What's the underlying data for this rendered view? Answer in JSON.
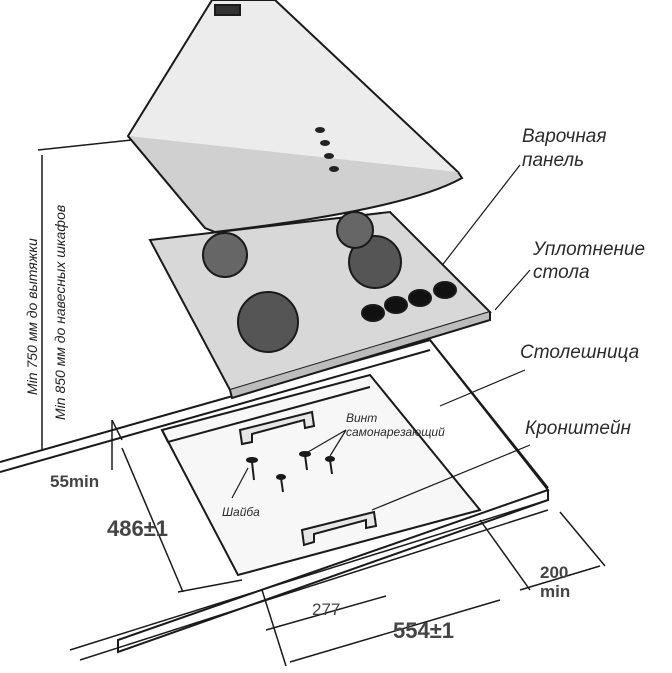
{
  "labels": {
    "hob_line1": "Варочная",
    "hob_line2": "панель",
    "seal_line1": "Уплотнение",
    "seal_line2": "стола",
    "countertop": "Столешница",
    "bracket": "Кронштейн",
    "screw_line1": "Винт",
    "screw_line2": "самонарезающий",
    "washer": "Шайба"
  },
  "vertical": {
    "hood_min": "Min 750 мм до вытяжки",
    "cabinet_min": "Min 850 мм до навесных шкафов"
  },
  "dimensions": {
    "side_gap": "55min",
    "depth": "486±1",
    "bracket_span": "277",
    "width": "554±1",
    "rear_gap_value": "200",
    "rear_gap_unit": "min"
  },
  "colors": {
    "line": "#1a1a1a",
    "hood_fill": "#ececec",
    "hob_fill": "#d8d8d8",
    "top_fill": "#f7f7f7",
    "text": "#2b2b2b"
  }
}
